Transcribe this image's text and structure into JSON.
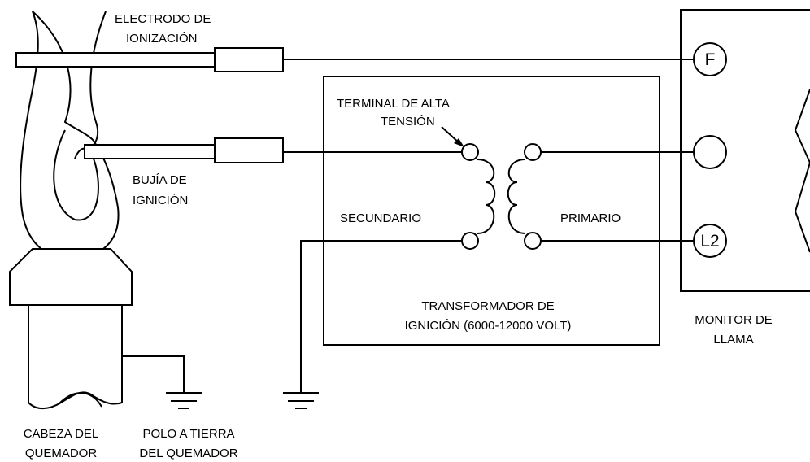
{
  "labels": {
    "ionization_electrode": [
      "ELECTRODO DE",
      "IONIZACIÓN"
    ],
    "high_voltage_terminal": [
      "TERMINAL DE ALTA",
      "TENSIÓN"
    ],
    "ignition_plug": [
      "BUJÍA DE",
      "IGNICIÓN"
    ],
    "secondary": "SECUNDARIO",
    "primary": "PRIMARIO",
    "ignition_transformer": [
      "TRANSFORMADOR DE",
      "IGNICIÓN (6000-12000 VOLT)"
    ],
    "flame_monitor": [
      "MONITOR DE",
      "LLAMA"
    ],
    "burner_head": [
      "CABEZA DEL",
      "QUEMADOR"
    ],
    "burner_ground": [
      "POLO A TIERRA",
      "DEL QUEMADOR"
    ]
  },
  "terminals": {
    "f": "F",
    "middle": "",
    "l2": "L2"
  }
}
